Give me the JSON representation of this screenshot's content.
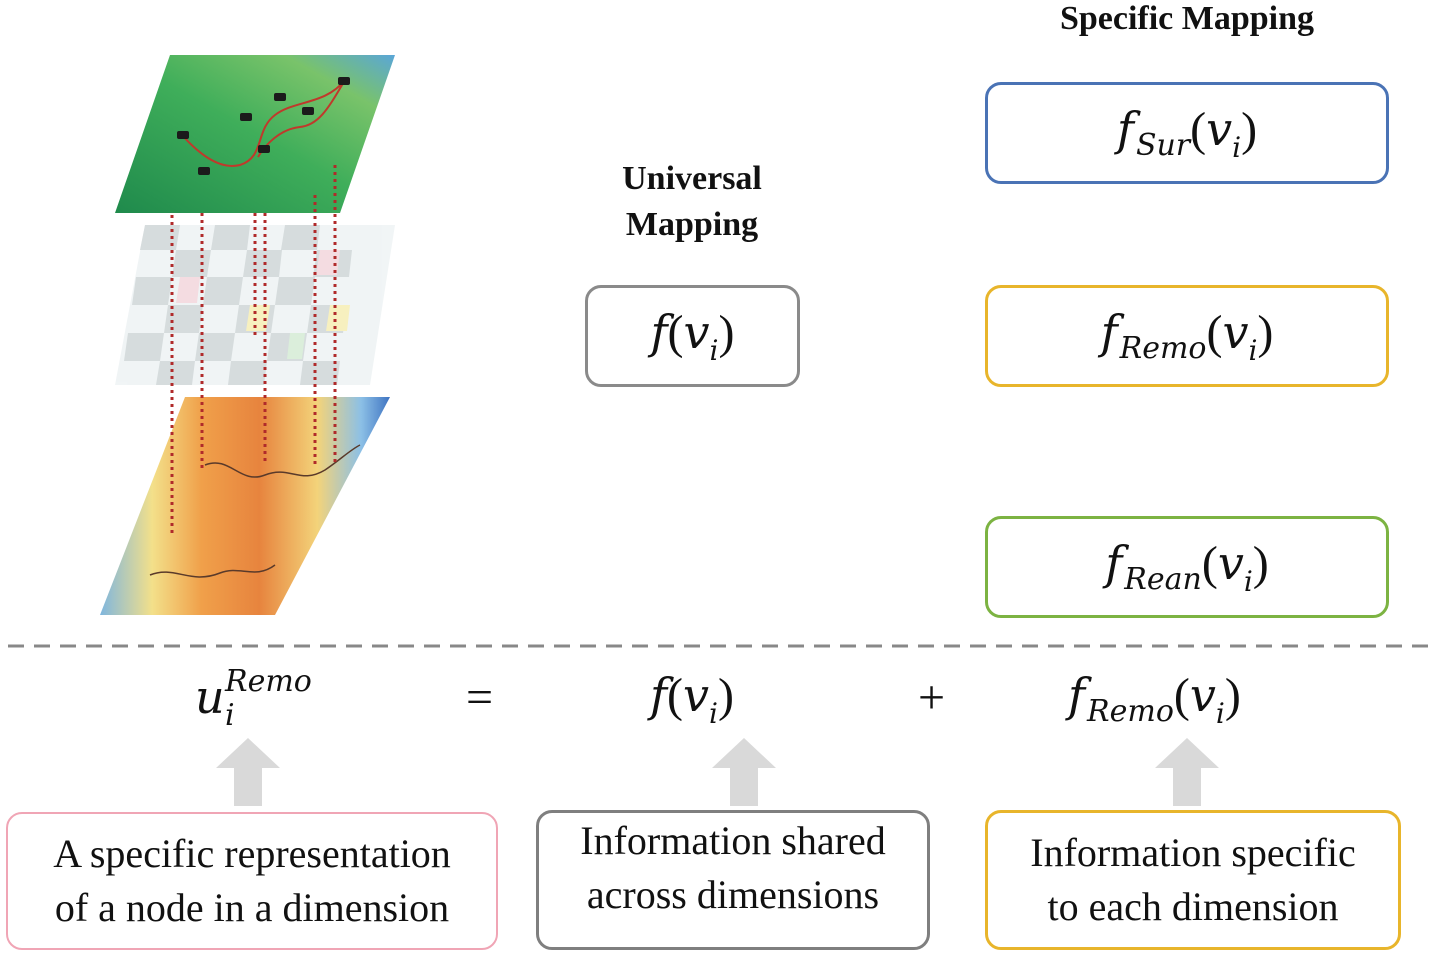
{
  "universal": {
    "heading_line1": "Universal",
    "heading_line2": "Mapping",
    "func": "f",
    "var": "v",
    "var_sub": "i"
  },
  "specific": {
    "heading": "Specific Mapping",
    "items": [
      {
        "func": "f",
        "sub": "Sur",
        "var": "v",
        "var_sub": "i",
        "color": "#4a73b5"
      },
      {
        "func": "f",
        "sub": "Remo",
        "var": "v",
        "var_sub": "i",
        "color": "#e8b52b"
      },
      {
        "func": "f",
        "sub": "Rean",
        "var": "v",
        "var_sub": "i",
        "color": "#7cb342"
      }
    ]
  },
  "equation": {
    "lhs_base": "u",
    "lhs_sub": "i",
    "lhs_sup": "Remo",
    "equals": "=",
    "plus": "+",
    "term1": {
      "func": "f",
      "var": "v",
      "var_sub": "i"
    },
    "term2": {
      "func": "f",
      "sub": "Remo",
      "var": "v",
      "var_sub": "i"
    }
  },
  "notes": [
    {
      "line1": "A specific representation",
      "line2": "of a node in a dimension",
      "color": "#f0a5b5"
    },
    {
      "line1": "Information shared",
      "line2": "across dimensions",
      "color": "#7f7f7f"
    },
    {
      "line1": "Information specific",
      "line2": "to each dimension",
      "color": "#e8b52b"
    }
  ],
  "colors": {
    "universal_border": "#8a8a8a",
    "divider": "#888888",
    "arrow": "#d9d9d9",
    "connector": "#b02a2a"
  },
  "icons": [
    "layered-maps-illustration",
    "up-arrow-icon"
  ]
}
